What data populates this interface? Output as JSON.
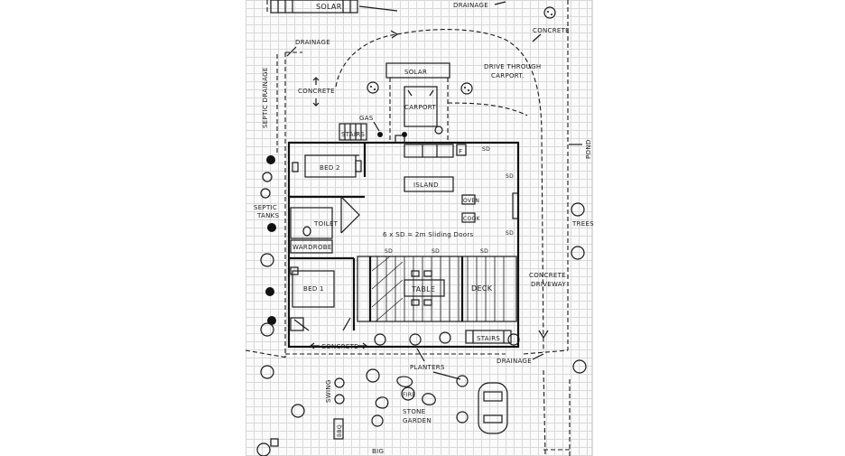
{
  "labels": {
    "solar_top": "SOLAR",
    "drainage_top": "DRAINAGE",
    "concrete_tr": "CONCRETE",
    "drainage_left": "DRAINAGE",
    "septic_drainage": "SEPTIC DRAINAGE",
    "concrete_left": "CONCRETE",
    "solar_carport": "SOLAR",
    "drive_through_1": "DRIVE THROUGH",
    "drive_through_2": "CARPORT.",
    "carport": "CARPORT",
    "gas": "GAS",
    "stairs_top": "STAIRS",
    "fridge": "F",
    "sd": "SD",
    "bed2": "BED 2",
    "island": "ISLAND",
    "toilet": "TOILET",
    "septic_tanks_1": "SEPTIC",
    "septic_tanks_2": "TANKS",
    "sliding_doors": "6 x SD = 2m Sliding Doors",
    "wardrobe": "WARDROBE",
    "bed1": "BED 1",
    "table": "TABLE",
    "deck": "DECK",
    "concrete_driveway_1": "CONCRETE",
    "concrete_driveway_2": "DRIVEWAY",
    "stairs_bottom": "STAIRS",
    "concrete_bottom": "CONCRETE",
    "planters": "PLANTERS",
    "drainage_bottom": "DRAINAGE",
    "pond": "POND",
    "trees": "TREES",
    "swing": "SWING",
    "fire": "FIRE",
    "stone_garden_1": "STONE",
    "stone_garden_2": "GARDEN",
    "bbq": "BBQ",
    "big": "BIG",
    "oven": "OVEN",
    "cook": "COOK"
  },
  "colors": {
    "ink": "#1a1a1a",
    "paper": "#fbfbfb",
    "grid": "#d9d9d9"
  }
}
